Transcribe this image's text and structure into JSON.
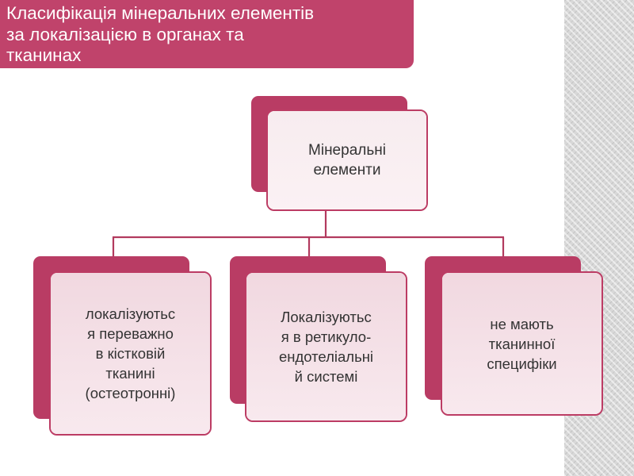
{
  "title": "Класифікація мінеральних елементів\nза локалізацією в органах та\nтканинах",
  "root": {
    "label": "Мінеральні\nелементи"
  },
  "children": [
    {
      "label": "локалізуютьс\nя переважно\nв кістковій\nтканині\n(остеотронні)"
    },
    {
      "label": "Локалізуютьс\nя в ретикуло-\nендотеліальні\nй системі"
    },
    {
      "label": "не мають\nтканинної\nспецифіки"
    }
  ],
  "colors": {
    "accent": "#c0436b",
    "connector": "#b23a5e",
    "card_fill": "#f4e3e9"
  }
}
